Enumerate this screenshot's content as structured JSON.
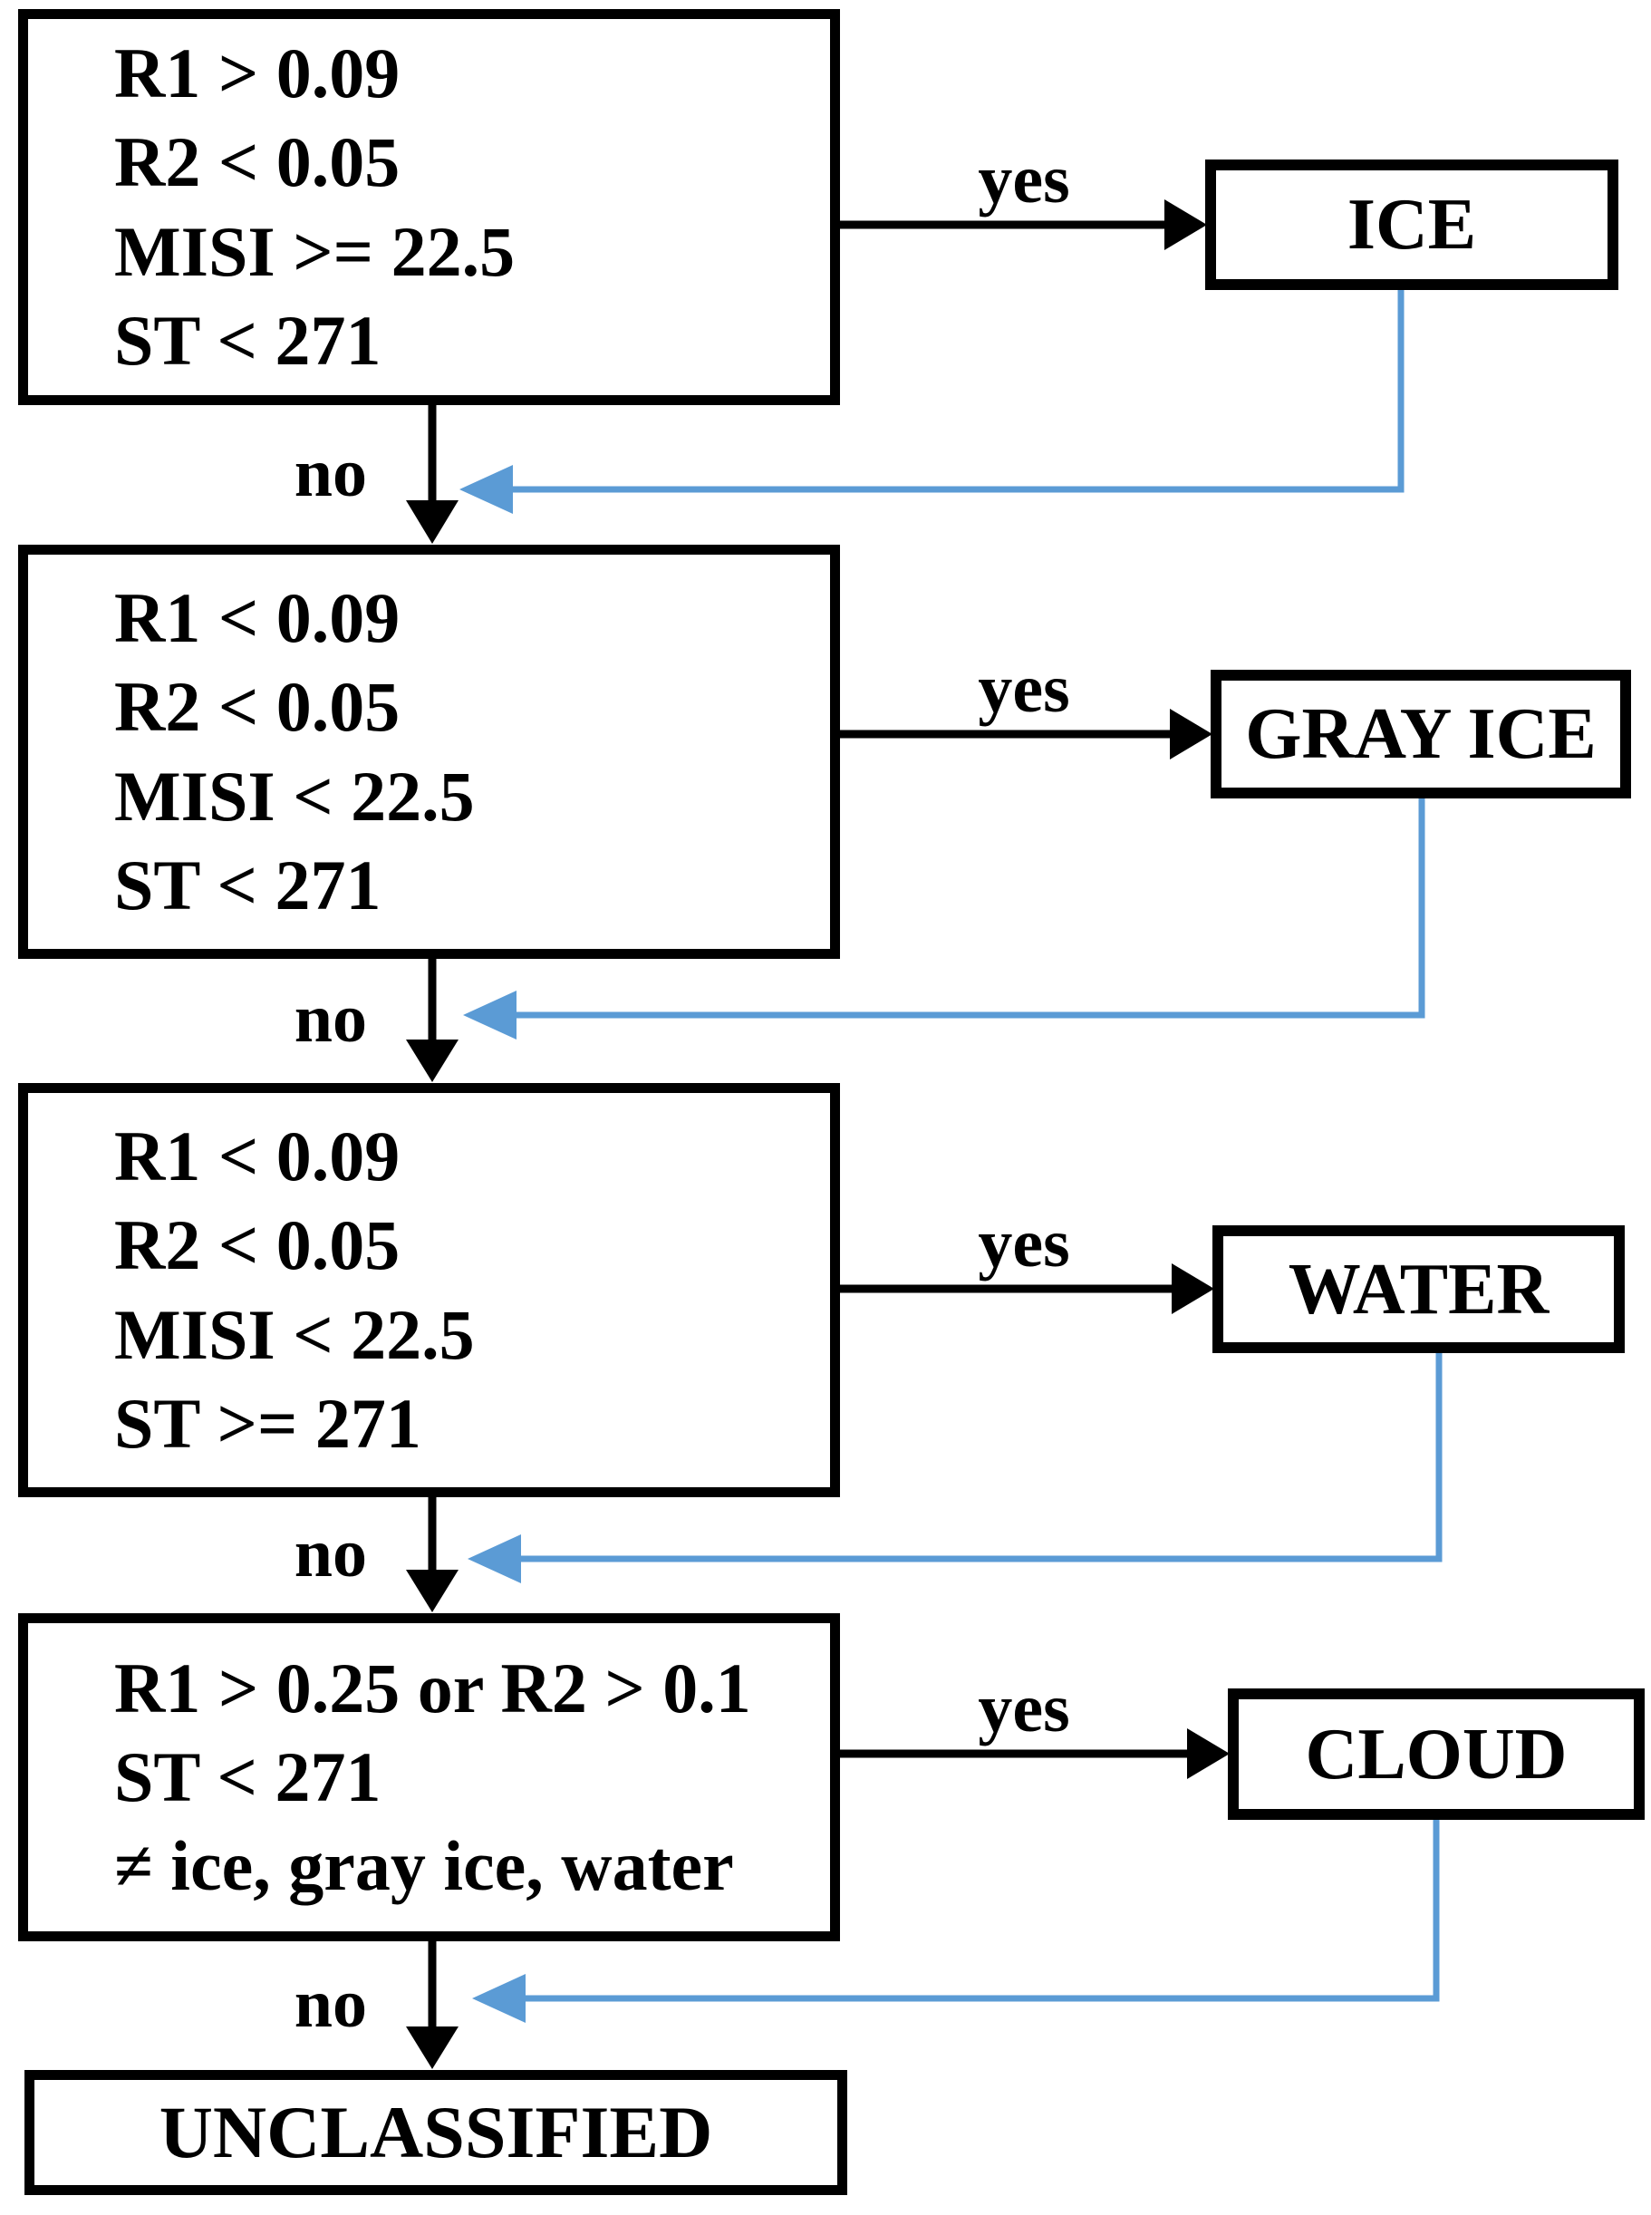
{
  "figure": {
    "type": "flowchart",
    "colors": {
      "border_and_text": "#000000",
      "yes_no_arrows": "#000000",
      "return_arrows": "#5b9bd5",
      "background": "#ffffff"
    },
    "decisions": [
      {
        "conditions": [
          "R1 > 0.09",
          "R2 < 0.05",
          "MISI >= 22.5",
          "ST < 271"
        ],
        "yes_label": "yes",
        "no_label": "no",
        "yes_target": "ICE"
      },
      {
        "conditions": [
          "R1 < 0.09",
          "R2 < 0.05",
          "MISI < 22.5",
          "ST < 271"
        ],
        "yes_label": "yes",
        "no_label": "no",
        "yes_target": "GRAY ICE"
      },
      {
        "conditions": [
          "R1 < 0.09",
          "R2 < 0.05",
          "MISI < 22.5",
          "ST >= 271"
        ],
        "yes_label": "yes",
        "no_label": "no",
        "yes_target": "WATER"
      },
      {
        "conditions": [
          "R1 > 0.25 or R2 > 0.1",
          "ST < 271",
          "≠ ice, gray ice, water"
        ],
        "yes_label": "yes",
        "no_label": "no",
        "yes_target": "CLOUD"
      }
    ],
    "results": [
      {
        "label": "ICE"
      },
      {
        "label": "GRAY ICE"
      },
      {
        "label": "WATER"
      },
      {
        "label": "CLOUD"
      }
    ],
    "terminal": {
      "label": "UNCLASSIFIED"
    }
  }
}
